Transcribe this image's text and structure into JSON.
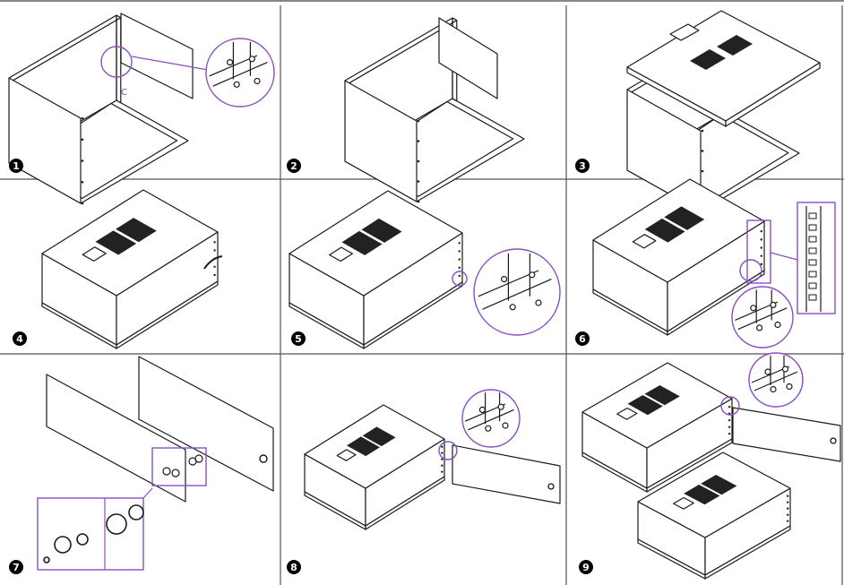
{
  "title": "Wall cabinet assembly steps",
  "colors": {
    "line": "#1a1a1a",
    "callout": "#8a4fc0",
    "grille": "#222222",
    "frame": "#555555"
  },
  "steps": [
    {
      "number": "1",
      "label": "C"
    },
    {
      "number": "2"
    },
    {
      "number": "3"
    },
    {
      "number": "4"
    },
    {
      "number": "5"
    },
    {
      "number": "6"
    },
    {
      "number": "7"
    },
    {
      "number": "8"
    },
    {
      "number": "9"
    }
  ]
}
